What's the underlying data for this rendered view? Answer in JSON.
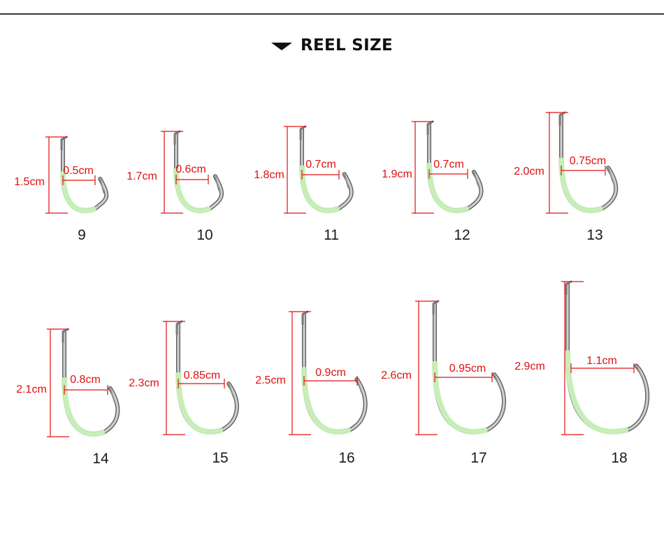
{
  "header": {
    "title": "REEL SIZE"
  },
  "colors": {
    "dimension": "#e01010",
    "glow": "#c8f0b8",
    "steel": "#8a8a8a"
  },
  "hooks": [
    {
      "size": "9",
      "length": "1.5cm",
      "gap": "0.5cm"
    },
    {
      "size": "10",
      "length": "1.7cm",
      "gap": "0.6cm"
    },
    {
      "size": "11",
      "length": "1.8cm",
      "gap": "0.7cm"
    },
    {
      "size": "12",
      "length": "1.9cm",
      "gap": "0.7cm"
    },
    {
      "size": "13",
      "length": "2.0cm",
      "gap": "0.75cm"
    },
    {
      "size": "14",
      "length": "2.1cm",
      "gap": "0.8cm"
    },
    {
      "size": "15",
      "length": "2.3cm",
      "gap": "0.85cm"
    },
    {
      "size": "16",
      "length": "2.5cm",
      "gap": "0.9cm"
    },
    {
      "size": "17",
      "length": "2.6cm",
      "gap": "0.95cm"
    },
    {
      "size": "18",
      "length": "2.9cm",
      "gap": "1.1cm"
    }
  ]
}
